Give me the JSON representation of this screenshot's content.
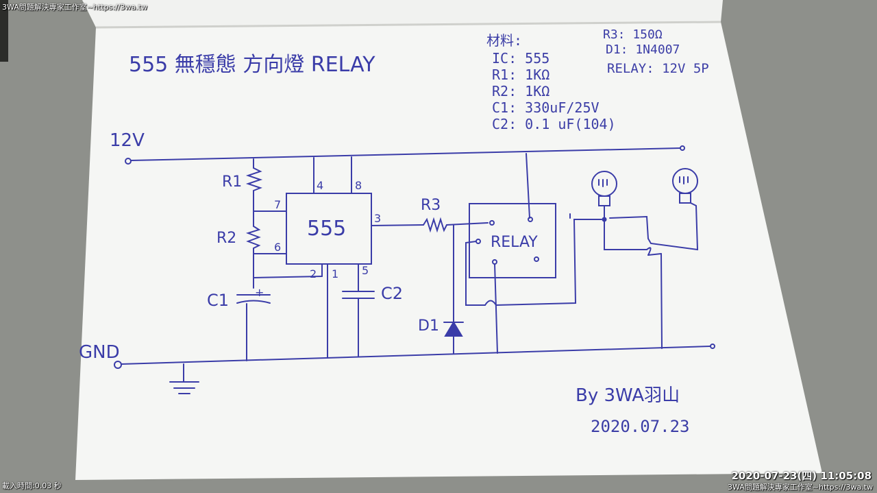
{
  "overlay": {
    "top_caption": "3WA問題解決專家工作室~https://3wa.tw",
    "load_time": "載入時間:0.03 秒",
    "timestamp": "2020-07-23(四) 11:05:08",
    "footer_caption": "3WA問題解決專家工作室~https://3wa.tw"
  },
  "note": {
    "title": "555 無穩態 方向燈 RELAY",
    "materials_heading": "材料:",
    "materials": [
      "IC: 555",
      "R1: 1KΩ",
      "R2: 1KΩ",
      "C1: 330uF/25V",
      "C2: 0.1 uF(104)"
    ],
    "materials_right": [
      "R3: 150Ω",
      "D1: 1N4007",
      "RELAY: 12V 5P"
    ],
    "signature": "By 3WA羽山",
    "date": "2020.07.23"
  },
  "schematic": {
    "rail_top": "12V",
    "rail_bottom": "GND",
    "ic_label": "555",
    "relay_label": "RELAY",
    "components": {
      "r1": "R1",
      "r2": "R2",
      "r3": "R3",
      "c1": "C1",
      "c2": "C2",
      "d1": "D1"
    },
    "pins": {
      "p4": "4",
      "p8": "8",
      "p7": "7",
      "p6": "6",
      "p3": "3",
      "p2": "2",
      "p1": "1",
      "p5": "5"
    },
    "c1_polarity": "+"
  },
  "colors": {
    "ink": "#3a3ca8",
    "paper": "#f4f5f3",
    "table": "#8a8c87"
  }
}
